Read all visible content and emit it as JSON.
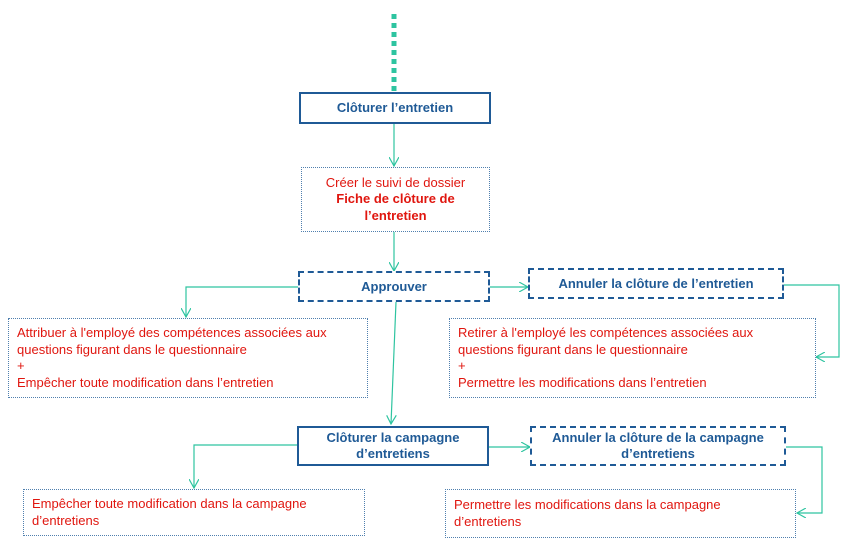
{
  "colors": {
    "box_border": "#1f5a96",
    "title_text": "#1f5a96",
    "action_text": "#e0160f",
    "arrow": "#2ec4a0"
  },
  "nodes": {
    "cloturer_entretien": {
      "label": "Clôturer l’entretien"
    },
    "creer_suivi": {
      "line1": "Créer le suivi de dossier",
      "line2": "Fiche de clôture de",
      "line3": "l’entretien"
    },
    "approuver": {
      "label": "Approuver"
    },
    "annuler_cloture_entretien": {
      "label": "Annuler la clôture de l’entretien"
    },
    "attribuer": {
      "line1": "Attribuer à l'employé des compétences  associées aux",
      "line2": "questions figurant dans le questionnaire",
      "line3": "+",
      "line4": "Empêcher toute modification dans l’entretien"
    },
    "retirer": {
      "line1": "Retirer à l'employé les compétences  associées aux",
      "line2": "questions figurant dans le questionnaire",
      "line3": "+",
      "line4": "Permettre les modifications dans l’entretien"
    },
    "cloturer_campagne": {
      "line1": "Clôturer la campagne",
      "line2": "d’entretiens"
    },
    "annuler_cloture_campagne": {
      "line1": "Annuler la clôture de la campagne",
      "line2": "d’entretiens"
    },
    "empecher_campagne": {
      "line1": "Empêcher toute modification dans la campagne",
      "line2": "d’entretiens"
    },
    "permettre_campagne": {
      "line1": "Permettre les modifications dans la campagne",
      "line2": "d’entretiens"
    }
  }
}
